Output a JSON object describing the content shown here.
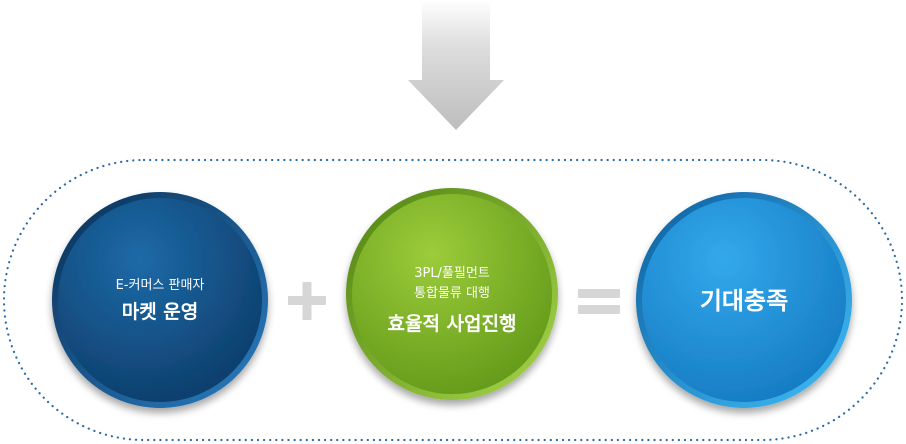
{
  "flow": {
    "arrow_icon": "down-arrow-icon",
    "left_circle": {
      "subtitle": "E-커머스 판매자",
      "title": "마켓 운영"
    },
    "plus_icon": "plus-icon",
    "middle_circle": {
      "subtitle_line1": "3PL/풀필먼트",
      "subtitle_line2": "통합물류 대행",
      "title": "효율적 사업진행"
    },
    "equals_icon": "equals-icon",
    "right_circle": {
      "title": "기대충족"
    }
  },
  "colors": {
    "navy": "#0f4a80",
    "green": "#7db22a",
    "sky": "#1a8fd6",
    "operator": "#d6d6d6",
    "arrow": "#c4c4c4",
    "dots": "#2a6aa8"
  }
}
